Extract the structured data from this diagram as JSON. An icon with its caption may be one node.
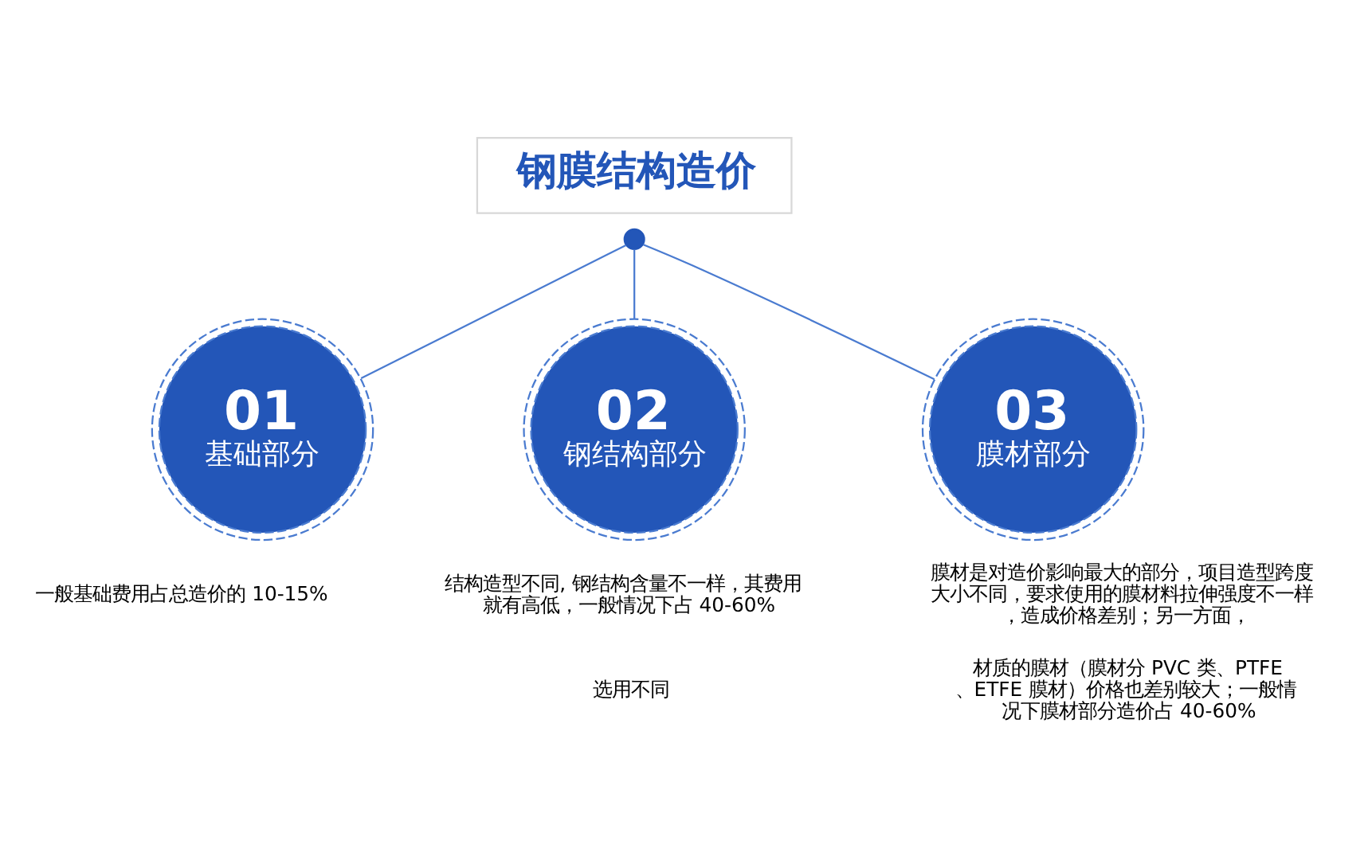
{
  "diagram": {
    "nodes": [
      {
        "text": [
          "钢膜结构造价"
        ]
      },
      {
        "text": [],
        "shape": "circle"
      },
      {
        "text": [
          "01",
          "基础部分"
        ],
        "beside": [
          "一般基础费用占总造价的 10-15%"
        ]
      },
      {
        "text": [
          "02",
          "钢结构部分"
        ],
        "beside": [
          "结构造型不同, 钢结构含量不一样，其费用就有高低，一般情况下占 40-60%",
          "选用不同"
        ]
      },
      {
        "text": [
          "03",
          "膜材部分"
        ],
        "beside": [
          "膜材是对造价影响最大的部分，项目造型跨度大小不同，要求使用的膜材料拉伸强度不一样，造成价格差别；另一方面，",
          "材质的膜材（膜材分 PVC 类、PTFE、ETFE 膜材）价格也差别较大；一般情况下膜材部分造价占 40-60%"
        ]
      }
    ],
    "edges": [
      {
        "from": 1,
        "to": 2,
        "arrow": "none"
      },
      {
        "from": 1,
        "to": 3,
        "arrow": "none"
      },
      {
        "from": 1,
        "to": 4,
        "arrow": "none"
      }
    ]
  }
}
